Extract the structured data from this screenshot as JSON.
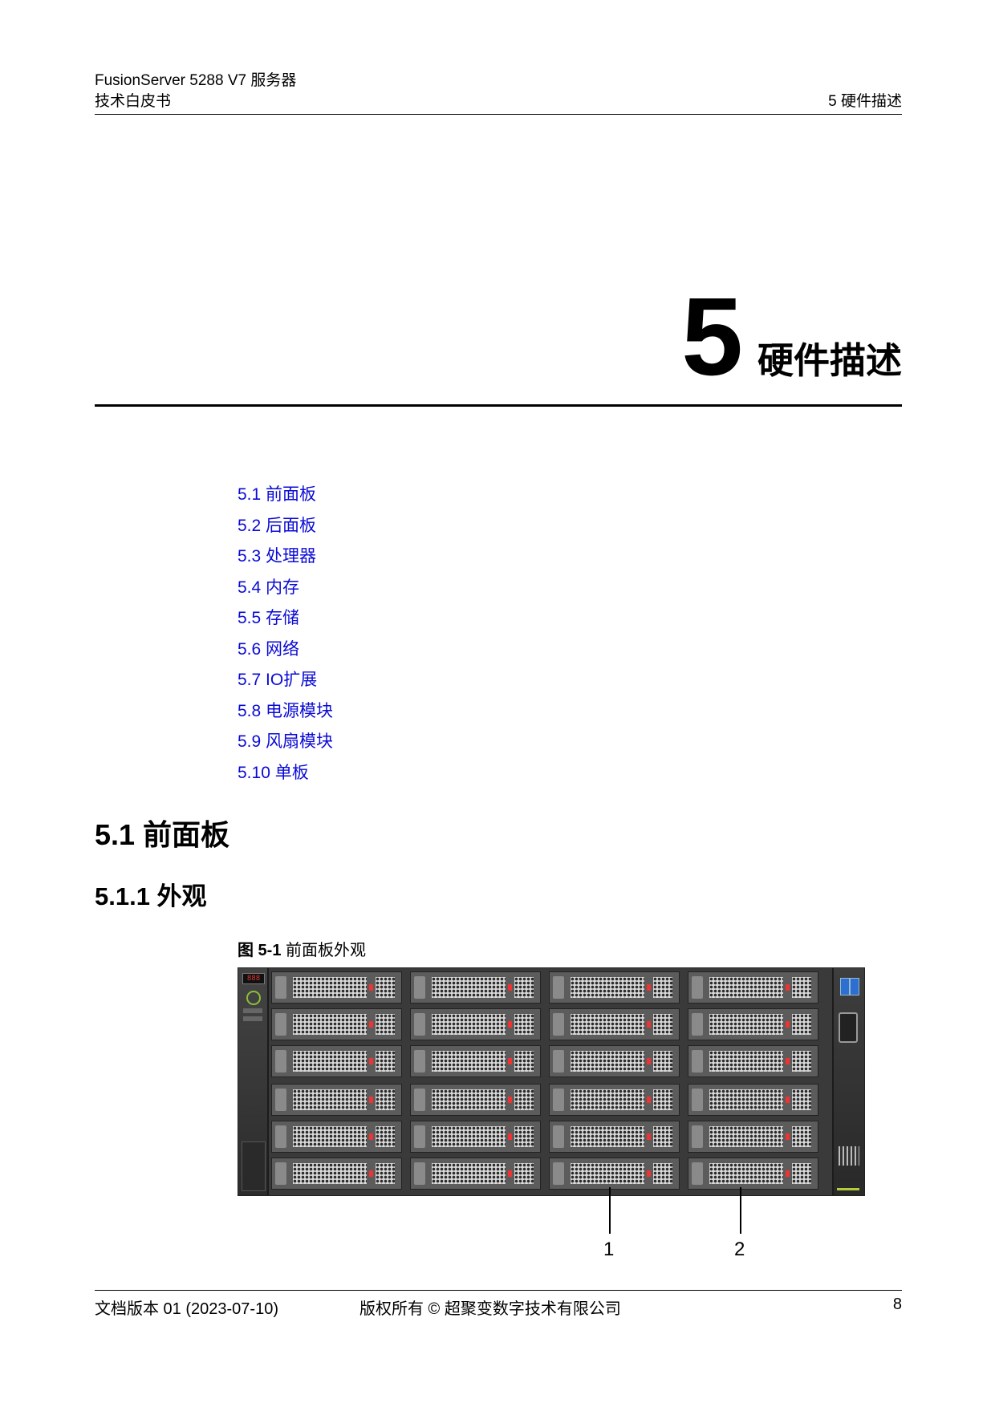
{
  "header": {
    "title_line1": "FusionServer 5288 V7 服务器",
    "title_line2": "技术白皮书",
    "section": "5 硬件描述"
  },
  "chapter": {
    "number": "5",
    "title": "硬件描述"
  },
  "toc": [
    "5.1 前面板",
    "5.2 后面板",
    "5.3 处理器",
    "5.4 内存",
    "5.5 存储",
    "5.6 网络",
    "5.7 IO扩展",
    "5.8 电源模块",
    "5.9 风扇模块",
    "5.10 单板"
  ],
  "section": {
    "h1": "5.1 前面板",
    "h2": "5.1.1 外观"
  },
  "figure": {
    "label": "图 5-1",
    "title": "前面板外观",
    "lcd_text": "888",
    "callouts": [
      "1",
      "2"
    ],
    "drive_rows": 6,
    "drive_cols": 4,
    "colors": {
      "chassis": "#3a3a3a",
      "drive_led": "#e33333",
      "power_ring": "#8bbf3a",
      "usb": "#2d6fd0"
    }
  },
  "footer": {
    "version": "文档版本 01 (2023-07-10)",
    "copyright": "版权所有 © 超聚变数字技术有限公司",
    "page": "8"
  }
}
